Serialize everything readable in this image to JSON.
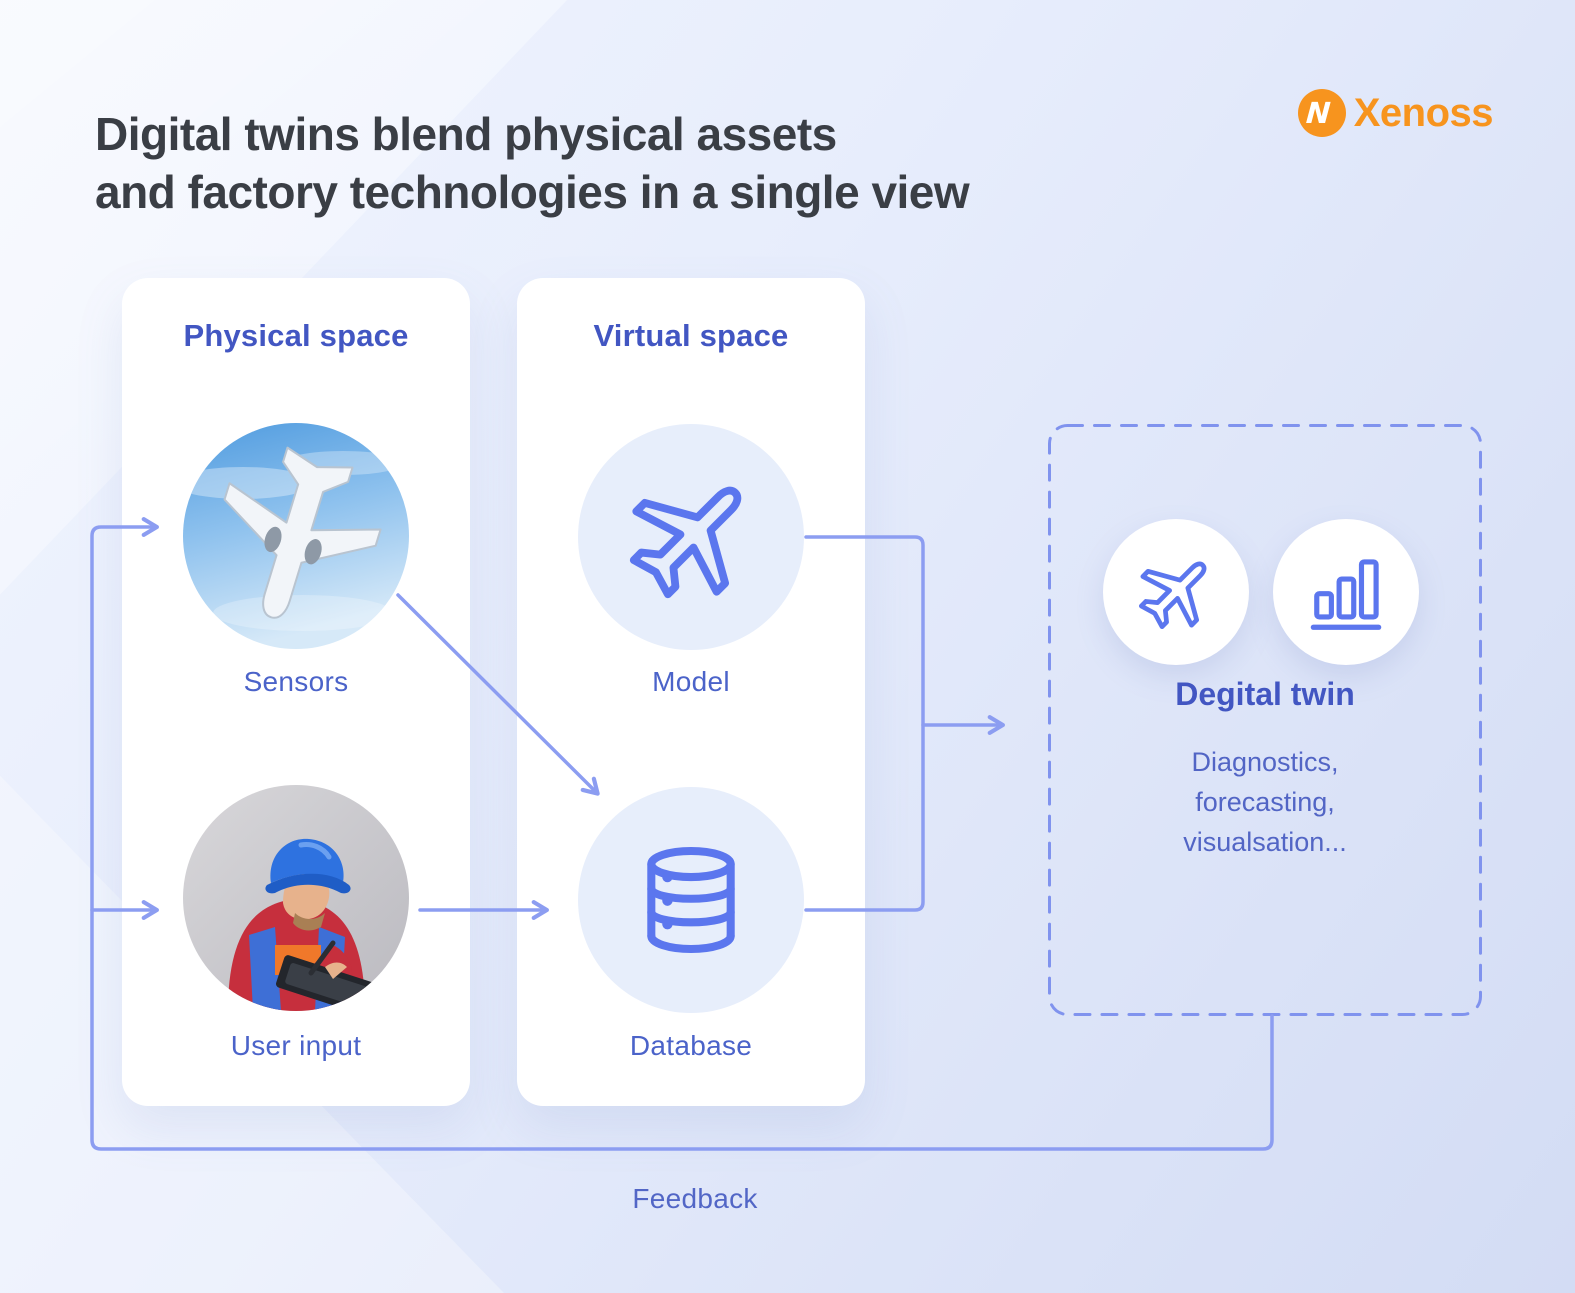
{
  "page": {
    "title_line1": "Digital twins blend physical assets",
    "title_line2": "and factory technologies in a single view"
  },
  "logo": {
    "text": "Xenoss",
    "mark_icon": "xenoss-n-icon",
    "color": "#F7941E"
  },
  "physical_space": {
    "header": "Physical space",
    "items": [
      {
        "label": "Sensors",
        "image": "airplane-photo"
      },
      {
        "label": "User input",
        "image": "worker-photo"
      }
    ]
  },
  "virtual_space": {
    "header": "Virtual space",
    "items": [
      {
        "label": "Model",
        "icon": "plane-icon"
      },
      {
        "label": "Database",
        "icon": "database-icon"
      }
    ]
  },
  "digital_twin": {
    "title": "Degital twin",
    "description_lines": [
      "Diagnostics,",
      "forecasting,",
      "visualsation..."
    ],
    "icons": [
      "plane-icon",
      "bar-chart-icon"
    ]
  },
  "labels": {
    "feedback": "Feedback"
  },
  "colors": {
    "title_dark": "#3A3E45",
    "accent_blue": "#4256C2",
    "label_blue": "#4B63C9",
    "line_blue": "#8C9DF1",
    "icon_blue": "#5B76EE",
    "icon_circle_bg": "#E7EEFB",
    "card_bg": "#FFFFFF",
    "logo_orange": "#F7941E"
  }
}
